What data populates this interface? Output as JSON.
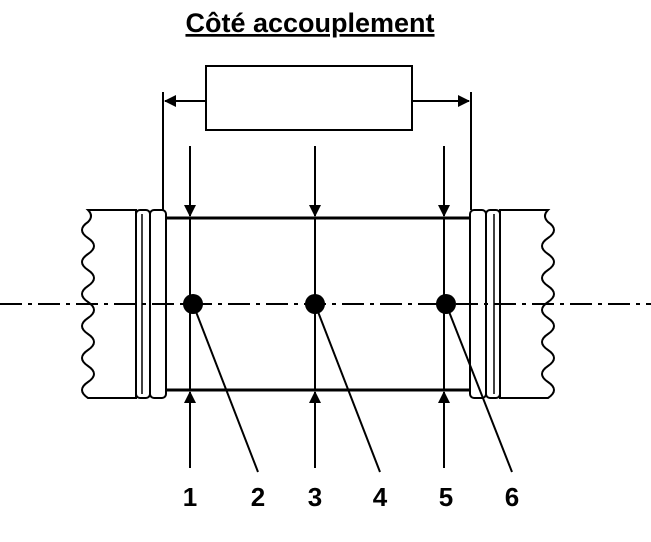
{
  "title": "Côté accouplement",
  "dimension_box_text": "",
  "callouts": [
    "1",
    "2",
    "3",
    "4",
    "5",
    "6"
  ],
  "colors": {
    "stroke": "#000000",
    "background": "#ffffff"
  }
}
